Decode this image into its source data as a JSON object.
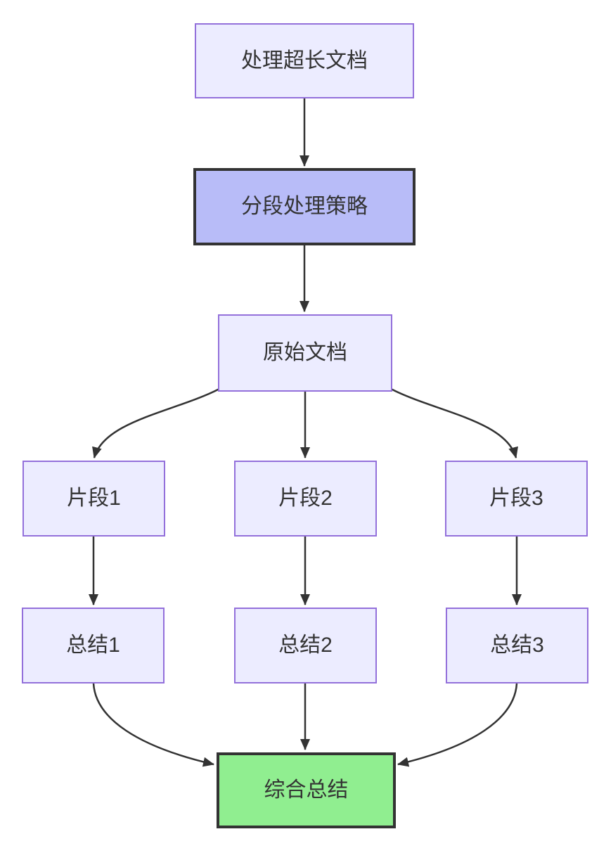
{
  "diagram": {
    "type": "flowchart-top-down",
    "nodes": [
      {
        "id": "A",
        "label": "处理超长文档",
        "kind": "default"
      },
      {
        "id": "B",
        "label": "分段处理策略",
        "kind": "strategy"
      },
      {
        "id": "C",
        "label": "原始文档",
        "kind": "default"
      },
      {
        "id": "D1",
        "label": "片段1",
        "kind": "default"
      },
      {
        "id": "D2",
        "label": "片段2",
        "kind": "default"
      },
      {
        "id": "D3",
        "label": "片段3",
        "kind": "default"
      },
      {
        "id": "E1",
        "label": "总结1",
        "kind": "default"
      },
      {
        "id": "E2",
        "label": "总结2",
        "kind": "default"
      },
      {
        "id": "E3",
        "label": "总结3",
        "kind": "default"
      }
    ],
    "final_node": {
      "id": "F",
      "label": "综合总结",
      "kind": "final"
    },
    "edges": [
      {
        "from": "处理超长文档",
        "to": "分段处理策略"
      },
      {
        "from": "分段处理策略",
        "to": "原始文档"
      },
      {
        "from": "原始文档",
        "to": "片段1"
      },
      {
        "from": "原始文档",
        "to": "片段2"
      },
      {
        "from": "原始文档",
        "to": "片段3"
      },
      {
        "from": "片段1",
        "to": "总结1"
      },
      {
        "from": "片段2",
        "to": "总结2"
      },
      {
        "from": "片段3",
        "to": "总结3"
      },
      {
        "from": "总结1",
        "to": "综合总结"
      },
      {
        "from": "总结2",
        "to": "综合总结"
      },
      {
        "from": "总结3",
        "to": "综合总结"
      }
    ],
    "colors": {
      "background": "#FFFFFF",
      "node_fill": "#ECECFF",
      "node_border": "#9370DB",
      "strategy_fill": "#B8BCF8",
      "strategy_border": "#333333",
      "final_fill": "#90EE90",
      "final_border": "#333333",
      "edge": "#333333",
      "text": "#333333"
    }
  }
}
